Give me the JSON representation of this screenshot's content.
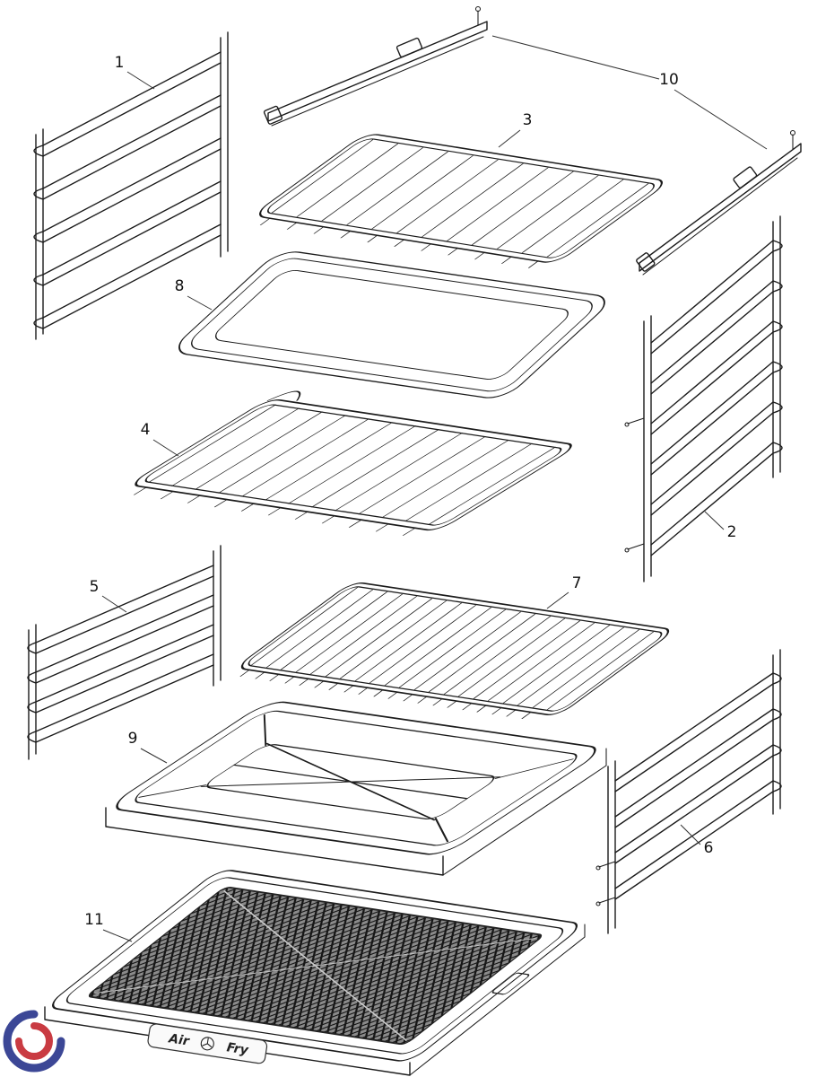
{
  "diagram": {
    "background_color": "#ffffff",
    "line_color": "#1b1b1b",
    "callouts": [
      "1",
      "2",
      "3",
      "4",
      "5",
      "6",
      "7",
      "8",
      "9",
      "10",
      "11"
    ],
    "air_fry_badge": {
      "air": "Air",
      "fry": "Fry"
    },
    "watermark": {
      "blue": "#27348b",
      "red": "#c4262e"
    }
  }
}
